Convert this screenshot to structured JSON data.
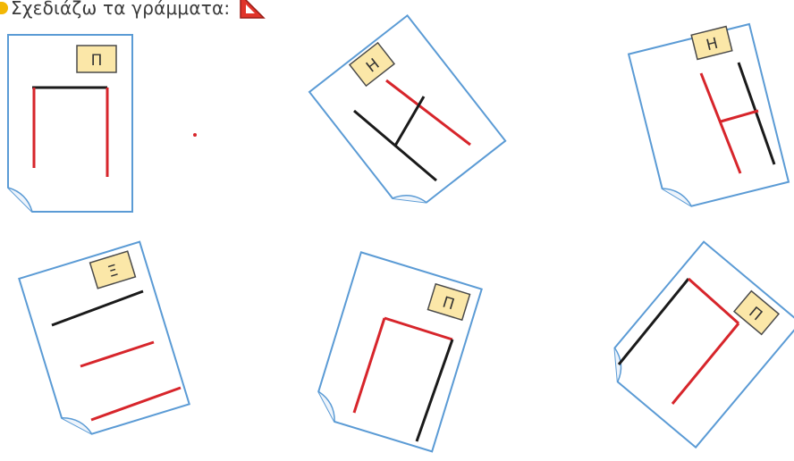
{
  "instruction": {
    "text": "Σχεδιάζω τα γράμματα:",
    "icon": "ruler-triangle-icon"
  },
  "colors": {
    "card_border": "#5b9bd5",
    "tag_fill": "#fbe7a8",
    "tag_border": "#4a4a4a",
    "red_line": "#d7252b",
    "black_line": "#1a1a1a",
    "icon_red": "#e0342a"
  },
  "cards": [
    {
      "letter": "Π"
    },
    {
      "letter": "Η"
    },
    {
      "letter": "Η"
    },
    {
      "letter": "Ξ"
    },
    {
      "letter": "Π"
    },
    {
      "letter": "Π"
    }
  ]
}
